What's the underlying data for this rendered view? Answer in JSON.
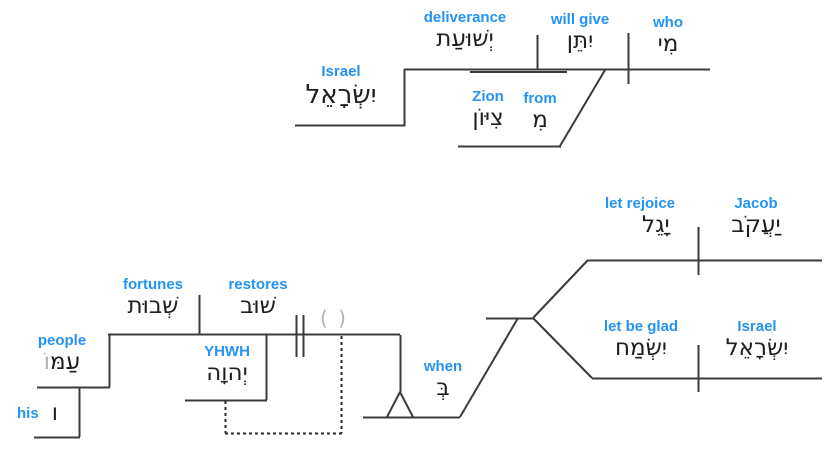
{
  "colors": {
    "accent": "#2493f2",
    "line": "#3b3b3b",
    "ghost": "#b3b3b3",
    "text": "#1f1f1f"
  },
  "top": {
    "who": {
      "gloss": "who",
      "hebrew": "מִי"
    },
    "will_give": {
      "gloss": "will give",
      "hebrew": "יִתֵּן"
    },
    "deliverance": {
      "gloss": "deliverance",
      "hebrew": "יְשׁוּעַת"
    },
    "israel": {
      "gloss": "Israel",
      "hebrew": "יִשְׂרָאֵל"
    },
    "from": {
      "gloss": "from",
      "hebrew": "מִ"
    },
    "zion": {
      "gloss": "Zion",
      "hebrew": "צִיּוֹן"
    }
  },
  "bottom": {
    "fortunes": {
      "gloss": "fortunes",
      "hebrew": "שְׁבוּת"
    },
    "restores": {
      "gloss": "restores",
      "hebrew": "שׁוּב"
    },
    "yhwh": {
      "gloss": "YHWH",
      "hebrew": "יְהוָה"
    },
    "people": {
      "gloss": "people",
      "hebrew": "עַמּ",
      "suffix_ghost": "וֹ"
    },
    "his": {
      "gloss": "his",
      "hebrew": "ו"
    },
    "when": {
      "gloss": "when",
      "hebrew": "בְּ"
    },
    "ellipsis": "( )",
    "let_rejoice": {
      "gloss": "let rejoice",
      "hebrew": "יָגֵל"
    },
    "jacob": {
      "gloss": "Jacob",
      "hebrew": "יַעֲקֹב"
    },
    "let_be_glad": {
      "gloss": "let be glad",
      "hebrew": "יִשְׂמַח"
    },
    "israel": {
      "gloss": "Israel",
      "hebrew": "יִשְׂרָאֵל"
    }
  }
}
